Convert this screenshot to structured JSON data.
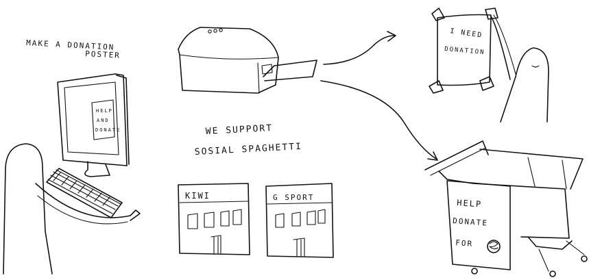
{
  "captions": {
    "make_poster_line1": "MAKE A DONATION",
    "make_poster_line2": "POSTER",
    "we_support_line1": "WE SUPPORT",
    "we_support_line2": "SOSIAL SPAGHETTI"
  },
  "monitor_poster": {
    "line1": "HELP",
    "line2": "AND",
    "line3": "DONATE"
  },
  "wall_poster": {
    "line1": "I NEED",
    "line2": "DONATION"
  },
  "cart_sign": {
    "line1": "HELP",
    "line2": "DONATE",
    "line3": "FOR",
    "emblem": "spaghetti-emblem-icon"
  },
  "shops": [
    {
      "name": "KIWI"
    },
    {
      "name": "G SPORT"
    }
  ]
}
